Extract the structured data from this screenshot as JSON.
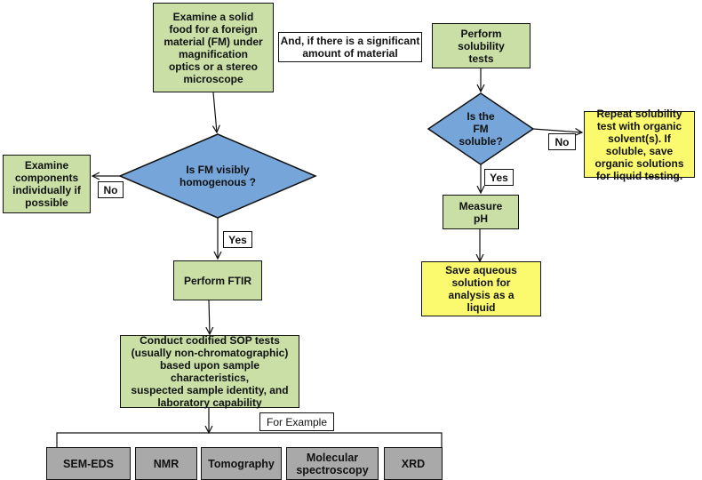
{
  "nodes": {
    "examine_food": "Examine a solid\nfood for a foreign\nmaterial (FM) under\nmagnification\noptics or a stereo\nmicroscope",
    "significant_note": "And, if there is a significant\namount of material",
    "perform_solubility": "Perform\nsolubility\ntests",
    "is_soluble": "Is the\nFM\nsoluble?",
    "repeat_solubility": "Repeat solubility\ntest with organic\nsolvent(s).  If\nsoluble,  save\norganic solutions\nfor liquid testing.",
    "examine_components": "Examine\ncomponents\nindividually if\npossible",
    "is_homogenous": "Is FM visibly\nhomogenous ?",
    "measure_ph": "Measure\npH",
    "save_aqueous": "Save aqueous\nsolution for\nanalysis as a\nliquid",
    "perform_ftir": "Perform FTIR",
    "conduct_sop": "Conduct codified SOP tests\n(usually non-chromatographic)\nbased upon sample characteristics,\nsuspected sample identity, and\nlaboratory capability"
  },
  "edge_labels": {
    "no_homogenous": "No",
    "yes_homogenous": "Yes",
    "no_soluble": "No",
    "yes_soluble": "Yes",
    "for_example": "For Example"
  },
  "techniques": [
    "SEM-EDS",
    "NMR",
    "Tomography",
    "Molecular\nspectroscopy",
    "XRD"
  ],
  "colors": {
    "process_green": "#c9dfa6",
    "decision_blue": "#76a6d9",
    "output_yellow": "#fbfa6e",
    "technique_grey": "#a9a9a9"
  }
}
